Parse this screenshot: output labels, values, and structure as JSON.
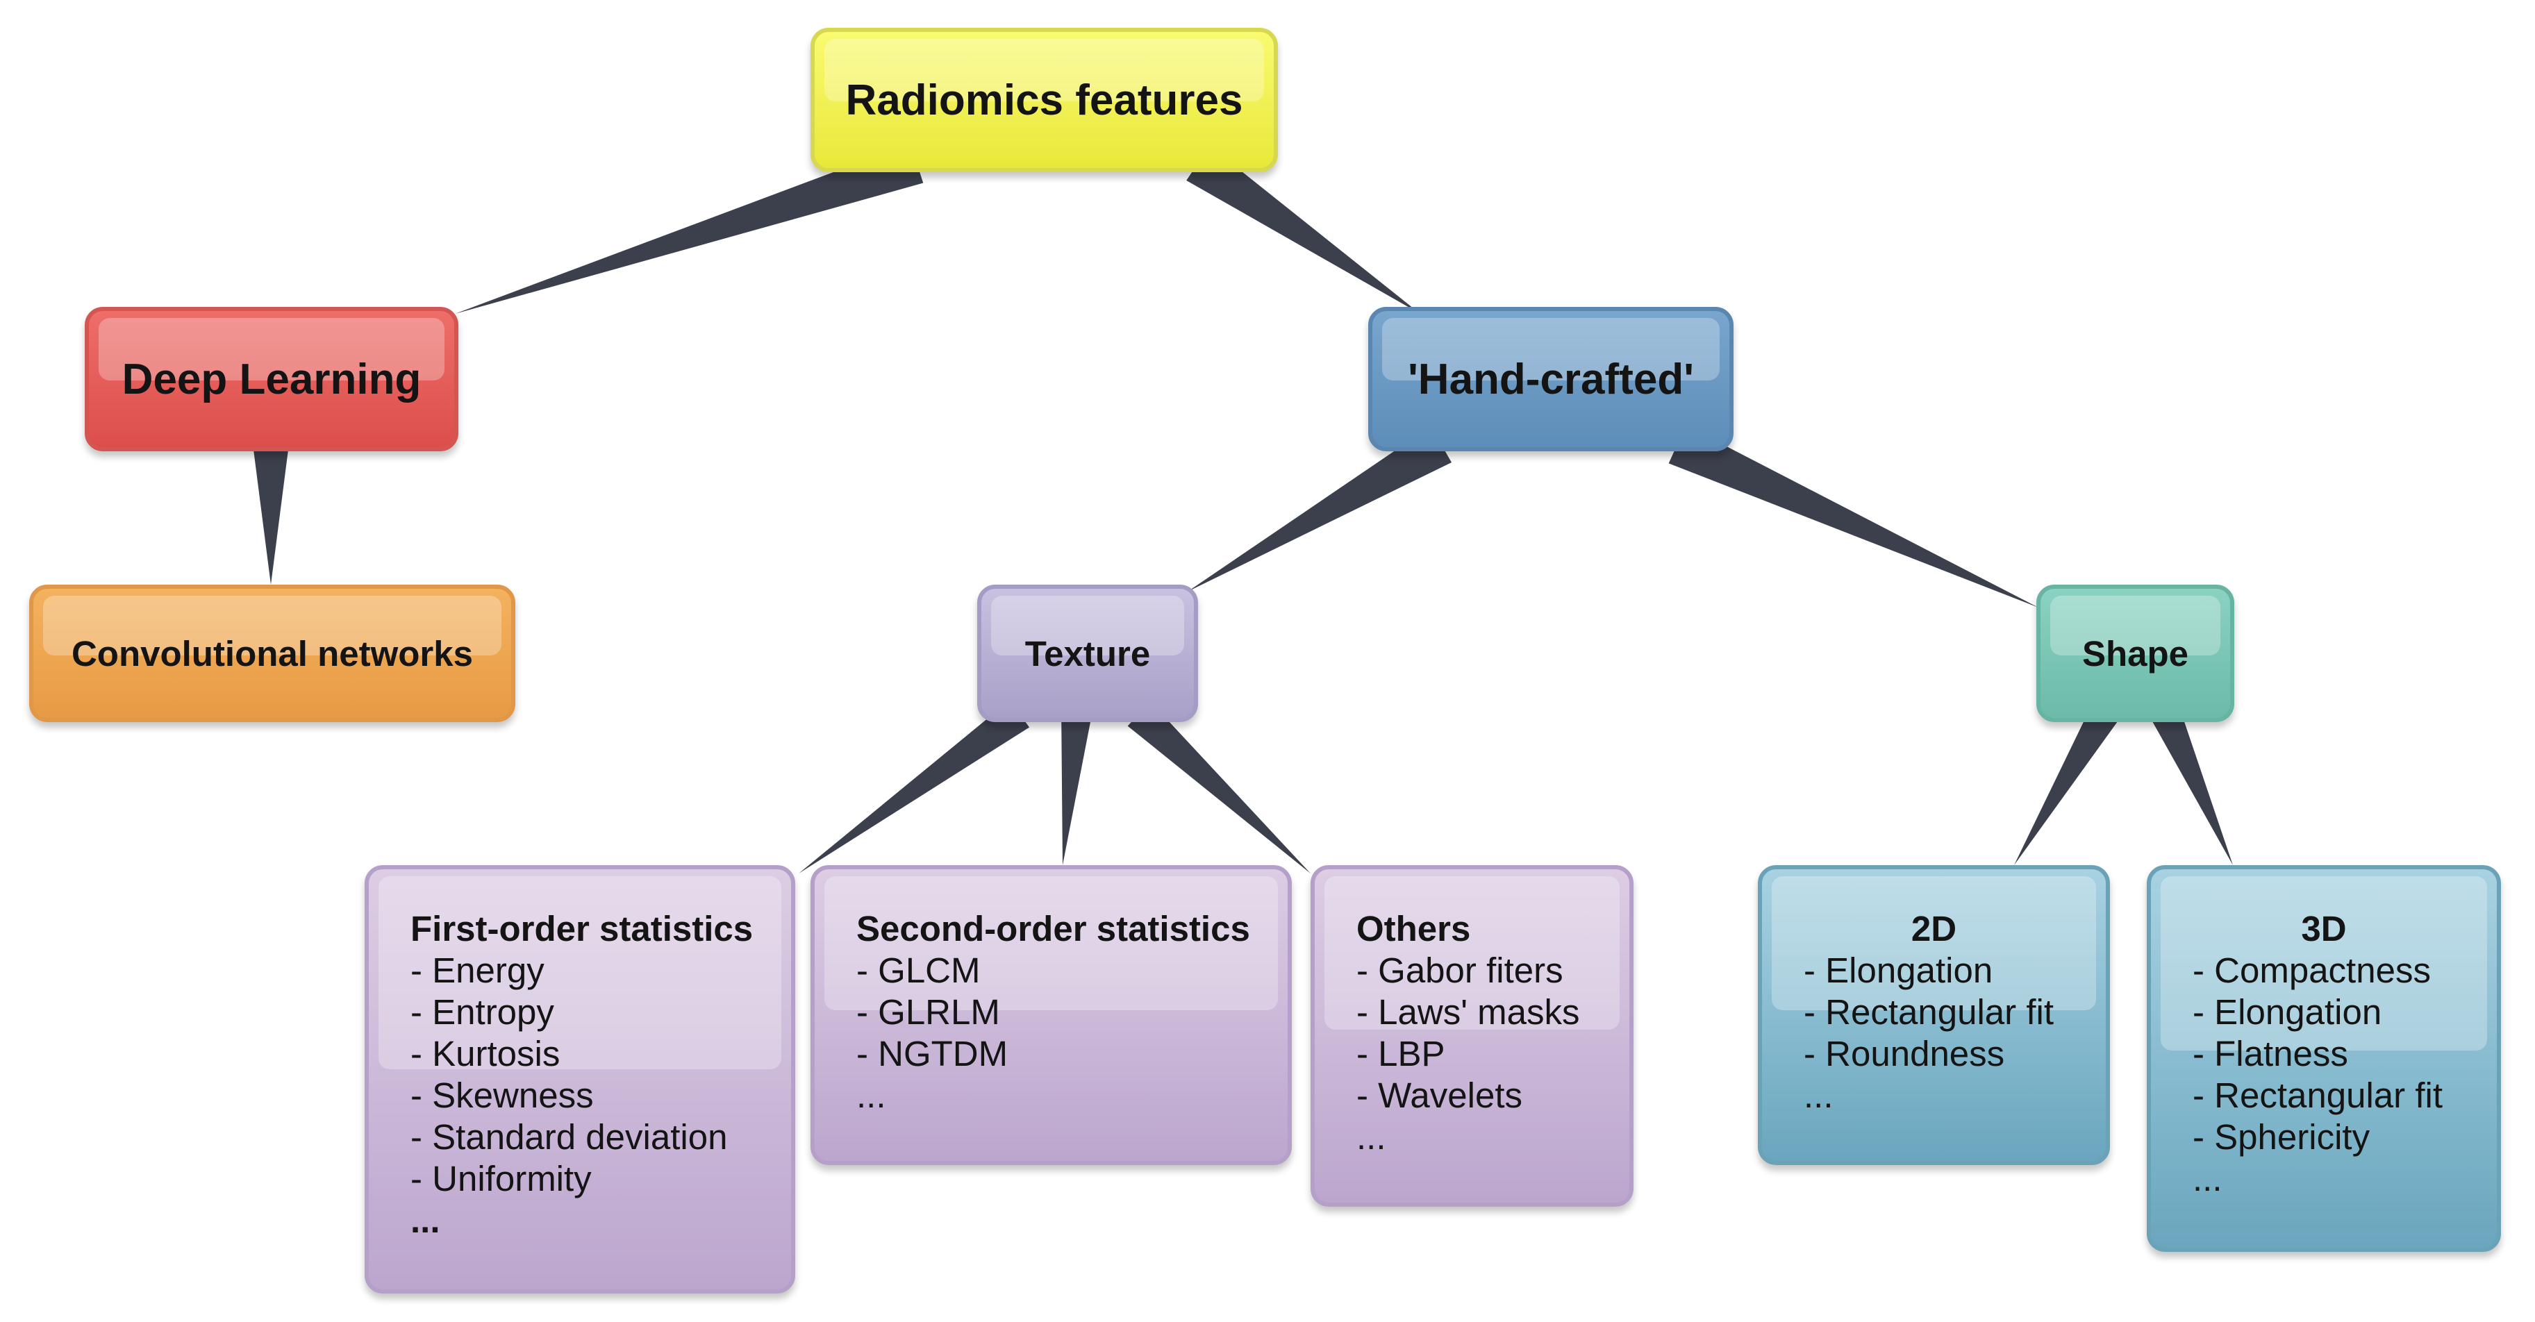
{
  "colors": {
    "connector": "#3c3f4c",
    "root_fill": "#f4f45a",
    "deep_learning_fill": "#e5605c",
    "hand_crafted_fill": "#6a9ac4",
    "convolutional_fill": "#efa851",
    "texture_fill": "#b8b0d6",
    "shape_fill": "#7cc6b6",
    "texture_leaf_fill": "#cbb8d9",
    "shape_leaf_fill": "#8abdd0"
  },
  "root": {
    "label": "Radiomics features"
  },
  "deep_learning": {
    "label": "Deep Learning",
    "child": {
      "label": "Convolutional networks"
    }
  },
  "hand_crafted": {
    "label": "'Hand-crafted'",
    "texture": {
      "label": "Texture",
      "first_order": {
        "title": "First-order statistics",
        "items": [
          "- Energy",
          "- Entropy",
          "- Kurtosis",
          "- Skewness",
          "- Standard deviation",
          "- Uniformity"
        ],
        "more": "..."
      },
      "second_order": {
        "title": "Second-order statistics",
        "items": [
          "- GLCM",
          "- GLRLM",
          "- NGTDM"
        ],
        "more": "..."
      },
      "others": {
        "title": "Others",
        "items": [
          "- Gabor fiters",
          "- Laws' masks",
          "- LBP",
          "- Wavelets"
        ],
        "more": "..."
      }
    },
    "shape": {
      "label": "Shape",
      "two_d": {
        "title": "2D",
        "items": [
          "- Elongation",
          "- Rectangular fit",
          "- Roundness"
        ],
        "more": "..."
      },
      "three_d": {
        "title": "3D",
        "items": [
          "- Compactness",
          "- Elongation",
          "- Flatness",
          "- Rectangular fit",
          "- Sphericity"
        ],
        "more": "..."
      }
    }
  }
}
